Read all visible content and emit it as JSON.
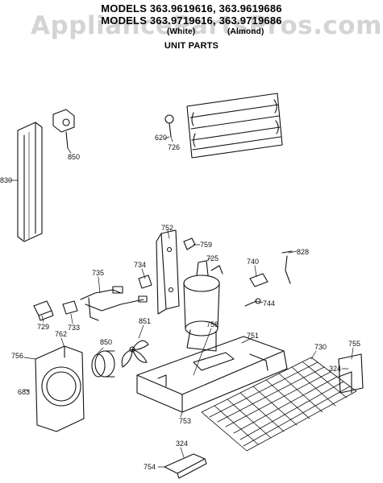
{
  "header": {
    "line1": "MODELS 363.9619616, 363.9619686",
    "line2": "MODELS 363.9719616, 363.9719686",
    "white_label": "(White)",
    "almond_label": "(Almond)",
    "subtitle": "UNIT PARTS"
  },
  "watermark": "AppliancePartsPros.com",
  "parts": {
    "p850": "850",
    "p830": "830",
    "p620": "620",
    "p726": "726",
    "p752": "752",
    "p759": "759",
    "p725": "725",
    "p740": "740",
    "p828": "828",
    "p735": "735",
    "p734": "734",
    "p744": "744",
    "p729": "729",
    "p733": "733",
    "p851": "851",
    "p758": "758",
    "p751": "751",
    "p730": "730",
    "p755": "755",
    "p324a": "324",
    "p756": "756",
    "p762": "762",
    "p850b": "850",
    "p683": "683",
    "p753": "753",
    "p324b": "324",
    "p754": "754"
  }
}
